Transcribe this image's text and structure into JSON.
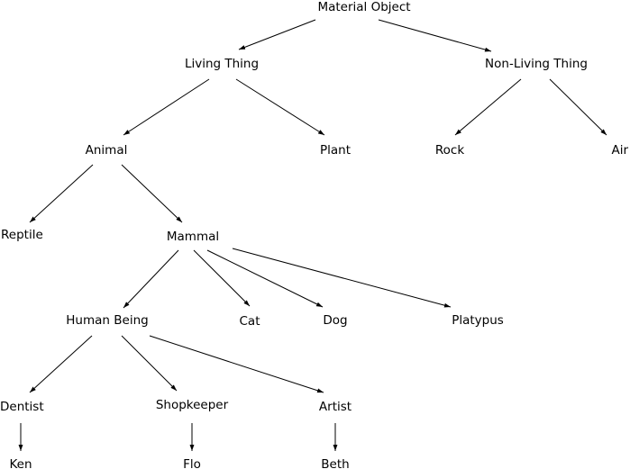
{
  "diagram": {
    "type": "tree",
    "nodes": [
      {
        "id": "material-object",
        "label": "Material Object"
      },
      {
        "id": "living-thing",
        "label": "Living Thing"
      },
      {
        "id": "non-living-thing",
        "label": "Non-Living Thing"
      },
      {
        "id": "animal",
        "label": "Animal"
      },
      {
        "id": "plant",
        "label": "Plant"
      },
      {
        "id": "rock",
        "label": "Rock"
      },
      {
        "id": "air",
        "label": "Air"
      },
      {
        "id": "reptile",
        "label": "Reptile"
      },
      {
        "id": "mammal",
        "label": "Mammal"
      },
      {
        "id": "human-being",
        "label": "Human Being"
      },
      {
        "id": "cat",
        "label": "Cat"
      },
      {
        "id": "dog",
        "label": "Dog"
      },
      {
        "id": "platypus",
        "label": "Platypus"
      },
      {
        "id": "dentist",
        "label": "Dentist"
      },
      {
        "id": "shopkeeper",
        "label": "Shopkeeper"
      },
      {
        "id": "artist",
        "label": "Artist"
      },
      {
        "id": "ken",
        "label": "Ken"
      },
      {
        "id": "flo",
        "label": "Flo"
      },
      {
        "id": "beth",
        "label": "Beth"
      }
    ],
    "edges": [
      {
        "from": "material-object",
        "to": "living-thing"
      },
      {
        "from": "material-object",
        "to": "non-living-thing"
      },
      {
        "from": "living-thing",
        "to": "animal"
      },
      {
        "from": "living-thing",
        "to": "plant"
      },
      {
        "from": "non-living-thing",
        "to": "rock"
      },
      {
        "from": "non-living-thing",
        "to": "air"
      },
      {
        "from": "animal",
        "to": "reptile"
      },
      {
        "from": "animal",
        "to": "mammal"
      },
      {
        "from": "mammal",
        "to": "human-being"
      },
      {
        "from": "mammal",
        "to": "cat"
      },
      {
        "from": "mammal",
        "to": "dog"
      },
      {
        "from": "mammal",
        "to": "platypus"
      },
      {
        "from": "human-being",
        "to": "dentist"
      },
      {
        "from": "human-being",
        "to": "shopkeeper"
      },
      {
        "from": "human-being",
        "to": "artist"
      },
      {
        "from": "dentist",
        "to": "ken"
      },
      {
        "from": "shopkeeper",
        "to": "flo"
      },
      {
        "from": "artist",
        "to": "beth"
      }
    ],
    "colors": {
      "line": "#000000",
      "text": "#000000",
      "background": "#ffffff"
    }
  }
}
